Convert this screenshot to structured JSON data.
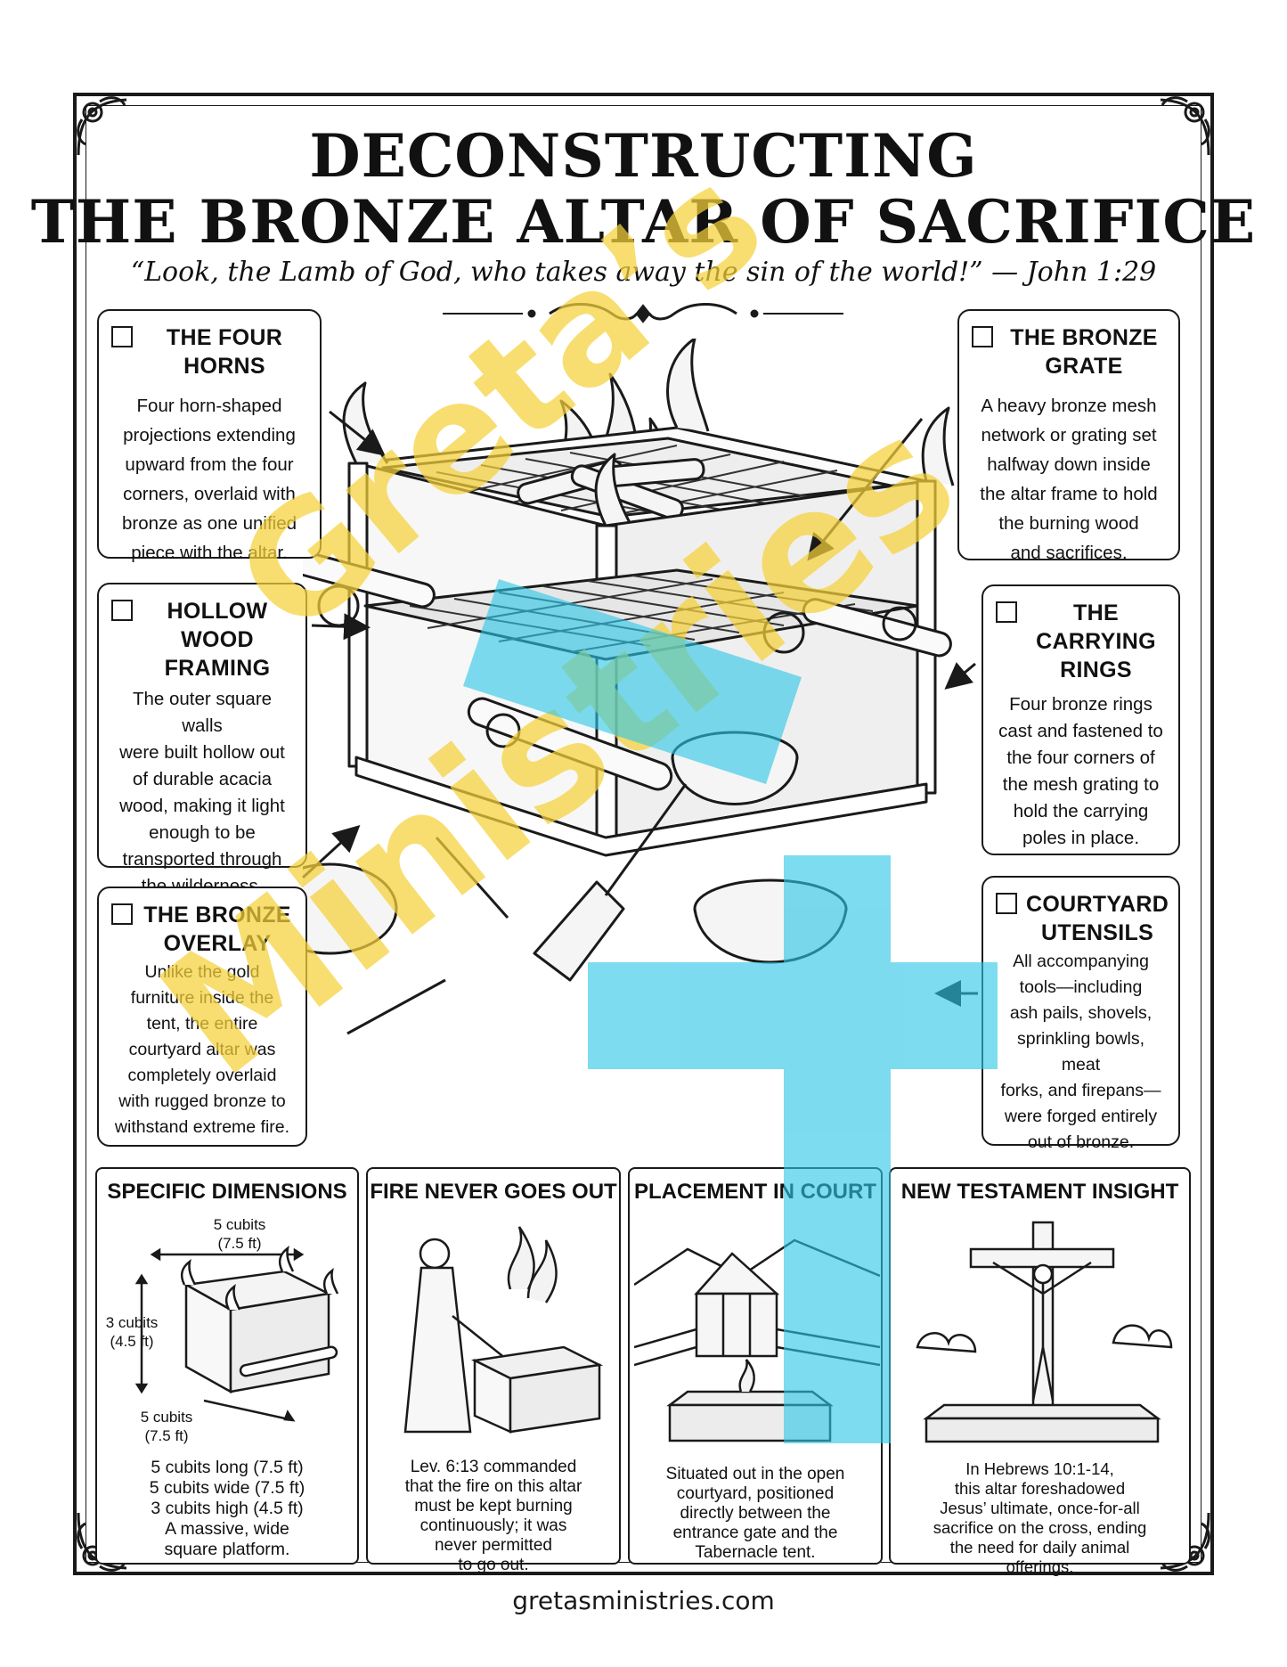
{
  "header": {
    "title_line1": "DECONSTRUCTING",
    "title_line2": "THE BRONZE ALTAR OF SACRIFICE",
    "quote": "“Look, the Lamb of God, who takes away the sin of the world!” — John 1:29"
  },
  "callouts": {
    "four_horns": {
      "title": "THE FOUR HORNS",
      "lines": [
        "Four horn-shaped",
        "projections extending",
        "upward from the four",
        "corners, overlaid with",
        "bronze as one unified",
        "piece with the altar."
      ]
    },
    "bronze_grate": {
      "title": "THE BRONZE GRATE",
      "lines": [
        "A heavy bronze mesh",
        "network or grating set",
        "halfway down inside",
        "the altar frame to hold",
        "the burning wood",
        "and sacrifices."
      ]
    },
    "hollow_wood": {
      "title_l1": "HOLLOW WOOD",
      "title_l2": "FRAMING",
      "lines": [
        "The outer square walls",
        "were built hollow out",
        "of durable acacia",
        "wood, making it light",
        "enough to be",
        "transported through",
        "the wilderness."
      ]
    },
    "carrying_rings": {
      "title_l1": "THE CARRYING",
      "title_l2": "RINGS",
      "lines": [
        "Four bronze rings",
        "cast and fastened to",
        "the four corners of",
        "the mesh grating to",
        "hold the carrying",
        "poles in place."
      ]
    },
    "bronze_overlay": {
      "title_l1": "THE BRONZE",
      "title_l2": "OVERLAY",
      "lines": [
        "Unlike the gold",
        "furniture inside the",
        "tent, the entire",
        "courtyard altar was",
        "completely overlaid",
        "with rugged bronze to",
        "withstand extreme fire."
      ]
    },
    "utensils": {
      "title_l1": "COURTYARD",
      "title_l2": "UTENSILS",
      "lines": [
        "All accompanying",
        "tools—including",
        "ash pails, shovels,",
        "sprinkling bowls, meat",
        "forks, and firepans—",
        "were forged entirely",
        "out of bronze."
      ]
    }
  },
  "panels": {
    "dimensions": {
      "title": "SPECIFIC DIMENSIONS",
      "dim_top_l1": "5 cubits",
      "dim_top_l2": "(7.5 ft)",
      "dim_side_l1": "3 cubits",
      "dim_side_l2": "(4.5 ft)",
      "dim_depth_l1": "5 cubits",
      "dim_depth_l2": "(7.5 ft)",
      "lines": [
        "5 cubits long (7.5 ft)",
        "5 cubits wide (7.5 ft)",
        "3 cubits high (4.5 ft)",
        "A massive, wide",
        "square platform."
      ]
    },
    "fire": {
      "title": "FIRE NEVER GOES OUT",
      "lines": [
        "Lev. 6:13 commanded",
        "that the fire on this altar",
        "must be kept burning",
        "continuously; it was",
        "never permitted",
        "to go out."
      ]
    },
    "placement": {
      "title": "PLACEMENT IN COURT",
      "lines": [
        "Situated out in the open",
        "courtyard, positioned",
        "directly between the",
        "entrance gate and the",
        "Tabernacle tent."
      ]
    },
    "nt": {
      "title": "NEW TESTAMENT INSIGHT",
      "lines": [
        "In Hebrews 10:1-14,",
        "this altar foreshadowed",
        "Jesus’ ultimate, once-for-all",
        "sacrifice on the cross, ending",
        "the need for daily animal",
        "offerings."
      ]
    }
  },
  "watermark": {
    "line1": "Greta’s",
    "line2": "Ministries",
    "colors": {
      "yellow": "#f6d23a",
      "cyan": "#2ec6e6"
    }
  },
  "footer": {
    "url": "gretasministries.com"
  }
}
